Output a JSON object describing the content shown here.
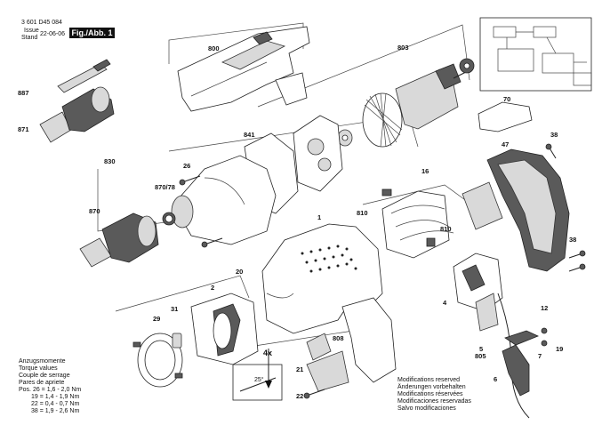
{
  "header": {
    "doc_number": "3 601 D45 084",
    "issue_label": "Issue",
    "issue_date": "22-06-06",
    "stand_label": "Stand",
    "figure_label": "Fig./Abb. 1"
  },
  "part_labels": {
    "p800": "800",
    "p803": "803",
    "p887": "887",
    "p871": "871",
    "p70": "70",
    "p47": "47",
    "p38a": "38",
    "p841": "841",
    "p830": "830",
    "p26": "26",
    "p870_78": "870/78",
    "p870": "870",
    "p16": "16",
    "p810a": "810",
    "p810b": "810",
    "p1": "1",
    "p20": "20",
    "p38b": "38",
    "p2": "2",
    "p4": "4",
    "p12": "12",
    "p29": "29",
    "p31": "31",
    "p808": "808",
    "p5": "5",
    "p805": "805",
    "p7": "7",
    "p19": "19",
    "p6": "6",
    "p21": "21",
    "p22": "22",
    "p4x": "4x",
    "p25deg": "25°"
  },
  "torque_notes": {
    "lines": [
      "Anzugsmomente",
      "Torque values",
      "Couple de serrage",
      "Pares de apriete",
      "Pos. 26 = 1,6 - 2,0 Nm",
      "19 = 1,4 - 1,9 Nm",
      "22 = 0,4 - 0,7 Nm",
      "38 = 1,9 - 2,6 Nm"
    ]
  },
  "modification_notes": {
    "lines": [
      "Modifications reserved",
      "Änderungen vorbehalten",
      "Modifications réservées",
      "Modificaciones reservadas",
      "Salvo modificaciones"
    ]
  }
}
